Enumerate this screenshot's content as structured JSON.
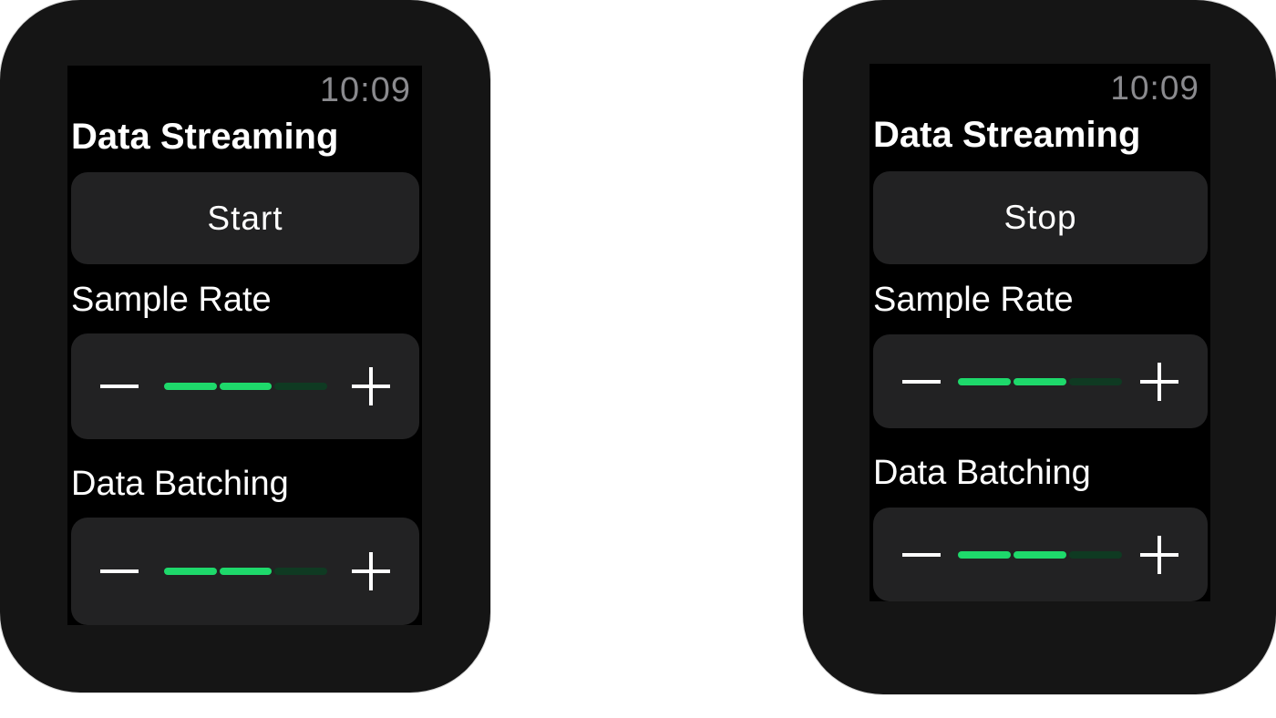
{
  "watches": [
    {
      "time": "10:09",
      "title": "Data Streaming",
      "action_label": "Start",
      "sample_rate": {
        "label": "Sample Rate",
        "level": 2,
        "max": 3
      },
      "data_batching": {
        "label": "Data Batching",
        "level": 2,
        "max": 3
      }
    },
    {
      "time": "10:09",
      "title": "Data Streaming",
      "action_label": "Stop",
      "sample_rate": {
        "label": "Sample Rate",
        "level": 2,
        "max": 3
      },
      "data_batching": {
        "label": "Data Batching",
        "level": 2,
        "max": 3
      }
    }
  ],
  "colors": {
    "level_on": "#1ed96b",
    "level_off": "#0f3a22",
    "button_bg": "#222223",
    "clock": "#8a8a8e"
  },
  "icons": {
    "decrement": "minus-icon",
    "increment": "plus-icon"
  }
}
